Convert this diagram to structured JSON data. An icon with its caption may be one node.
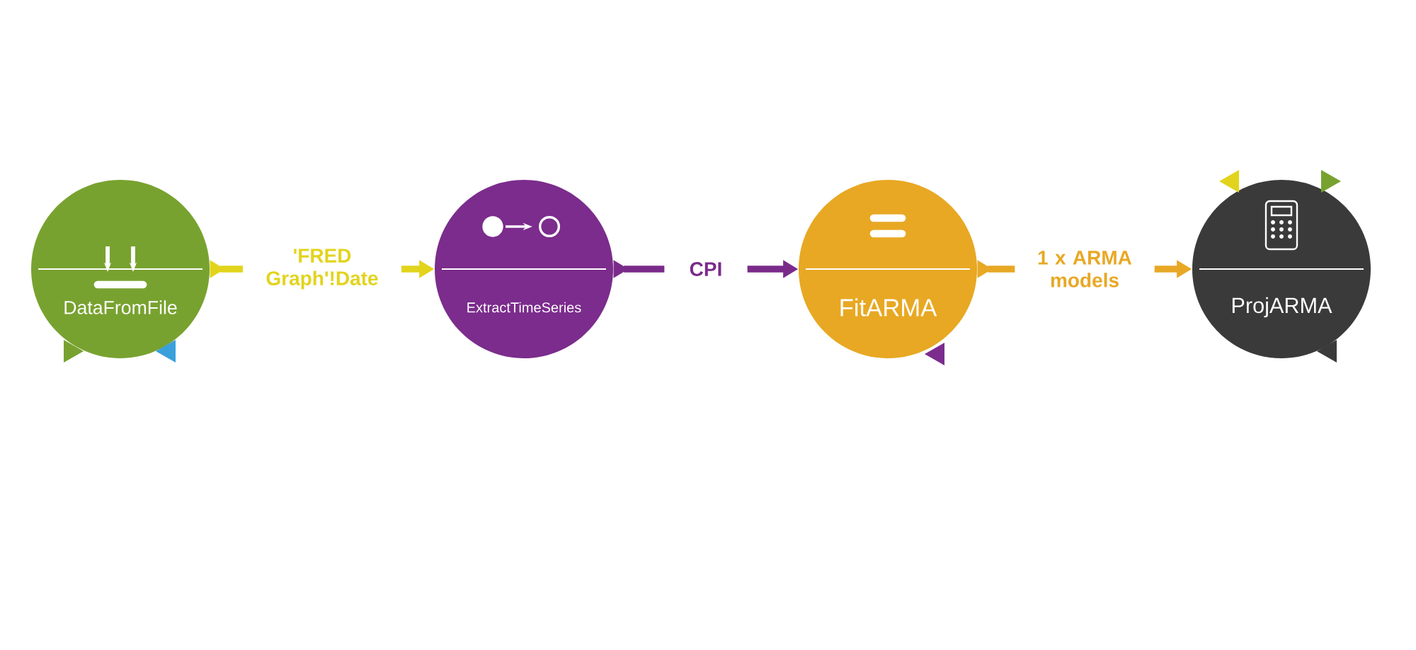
{
  "diagram": {
    "nodes": [
      {
        "text": [
          "DataFromFile"
        ]
      },
      {
        "text": [
          "ExtractTimeSeries"
        ]
      },
      {
        "text": [
          "FitARMA"
        ]
      },
      {
        "text": [
          "ProjARMA"
        ]
      }
    ],
    "edges": [
      {
        "from": 0,
        "to": 1,
        "arrow": "to",
        "label": "'FRED Graph'!Date",
        "color": "#e2d41c"
      },
      {
        "from": 1,
        "to": 2,
        "arrow": "to",
        "label": "CPI",
        "color": "#7a2b8a"
      },
      {
        "from": 2,
        "to": 3,
        "arrow": "to",
        "label": "1 x ARMA models",
        "color": "#e8a825"
      }
    ]
  }
}
